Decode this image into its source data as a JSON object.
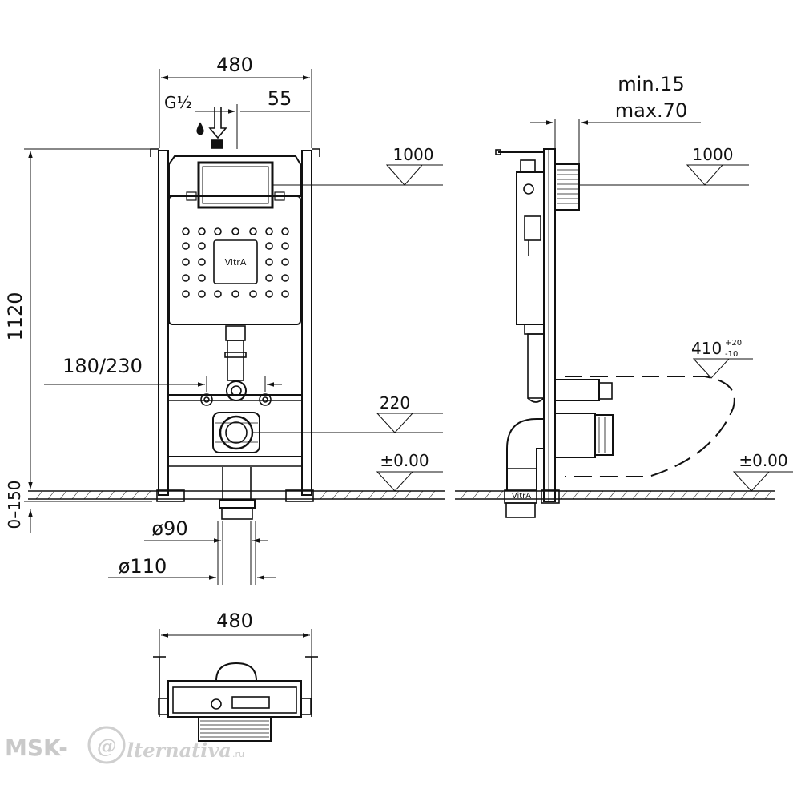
{
  "front": {
    "width_label": "480",
    "g_label": "G½",
    "offset_label": "55",
    "height_label": "1120",
    "spacing_label": "180/230",
    "level_1000_label": "1000",
    "level_220_label": "220",
    "zero_label": "±0.00",
    "range_label": "0–150",
    "d90_label": "ø90",
    "d110_label": "ø110",
    "brand_label": "VitrA"
  },
  "side": {
    "min_label": "min.15",
    "max_label": "max.70",
    "level_1000_label": "1000",
    "bowl_label": "410",
    "tol_plus": "+20",
    "tol_minus": "-10",
    "zero_label": "±0.00"
  },
  "top_view": {
    "width_label": "480"
  },
  "watermark": {
    "brand_left": "MSK-",
    "brand_at": "@",
    "brand_right": "lternativa",
    "brand_tld": ".ru"
  }
}
